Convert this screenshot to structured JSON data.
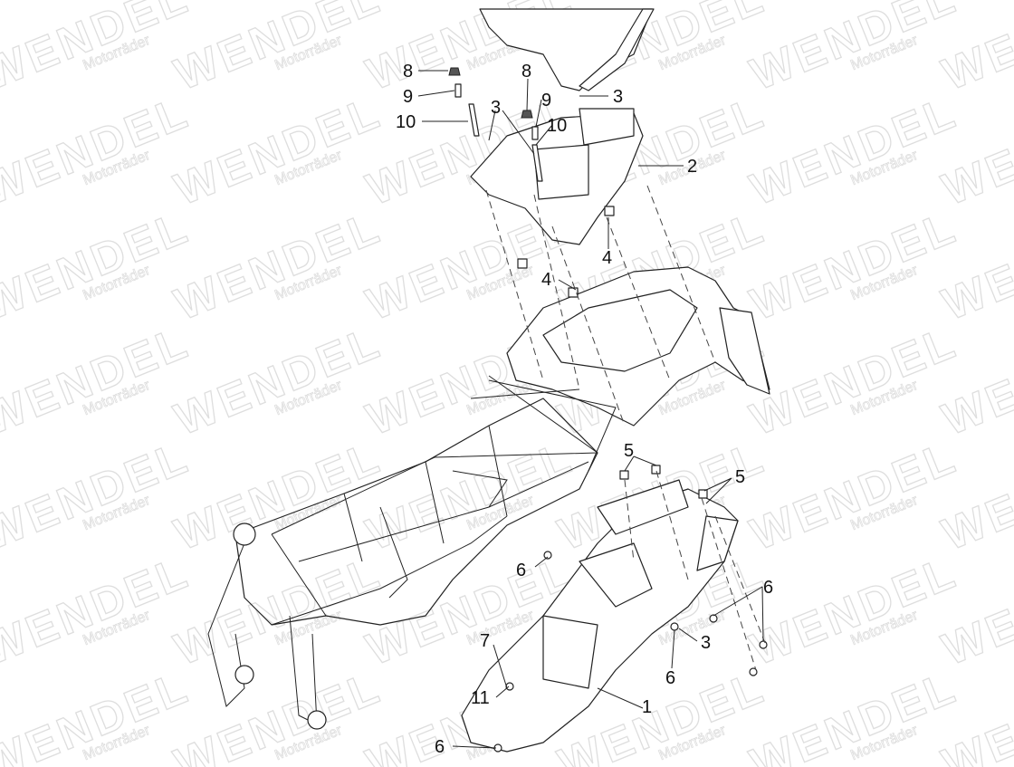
{
  "watermark": {
    "brand": "WENDEL",
    "sub": "Motorräder"
  },
  "callouts": [
    {
      "id": "c8a",
      "label": "8"
    },
    {
      "id": "c9a",
      "label": "9"
    },
    {
      "id": "c10a",
      "label": "10"
    },
    {
      "id": "c8b",
      "label": "8"
    },
    {
      "id": "c9b",
      "label": "9"
    },
    {
      "id": "c10b",
      "label": "10"
    },
    {
      "id": "c3a",
      "label": "3"
    },
    {
      "id": "c3b",
      "label": "3"
    },
    {
      "id": "c2",
      "label": "2"
    },
    {
      "id": "c4a",
      "label": "4"
    },
    {
      "id": "c4b",
      "label": "4"
    },
    {
      "id": "c5a",
      "label": "5"
    },
    {
      "id": "c5b",
      "label": "5"
    },
    {
      "id": "c6a",
      "label": "6"
    },
    {
      "id": "c6b",
      "label": "6"
    },
    {
      "id": "c3c",
      "label": "3"
    },
    {
      "id": "c6c",
      "label": "6"
    },
    {
      "id": "c7",
      "label": "7"
    },
    {
      "id": "c11",
      "label": "11"
    },
    {
      "id": "c1",
      "label": "1"
    },
    {
      "id": "c6d",
      "label": "6"
    }
  ]
}
